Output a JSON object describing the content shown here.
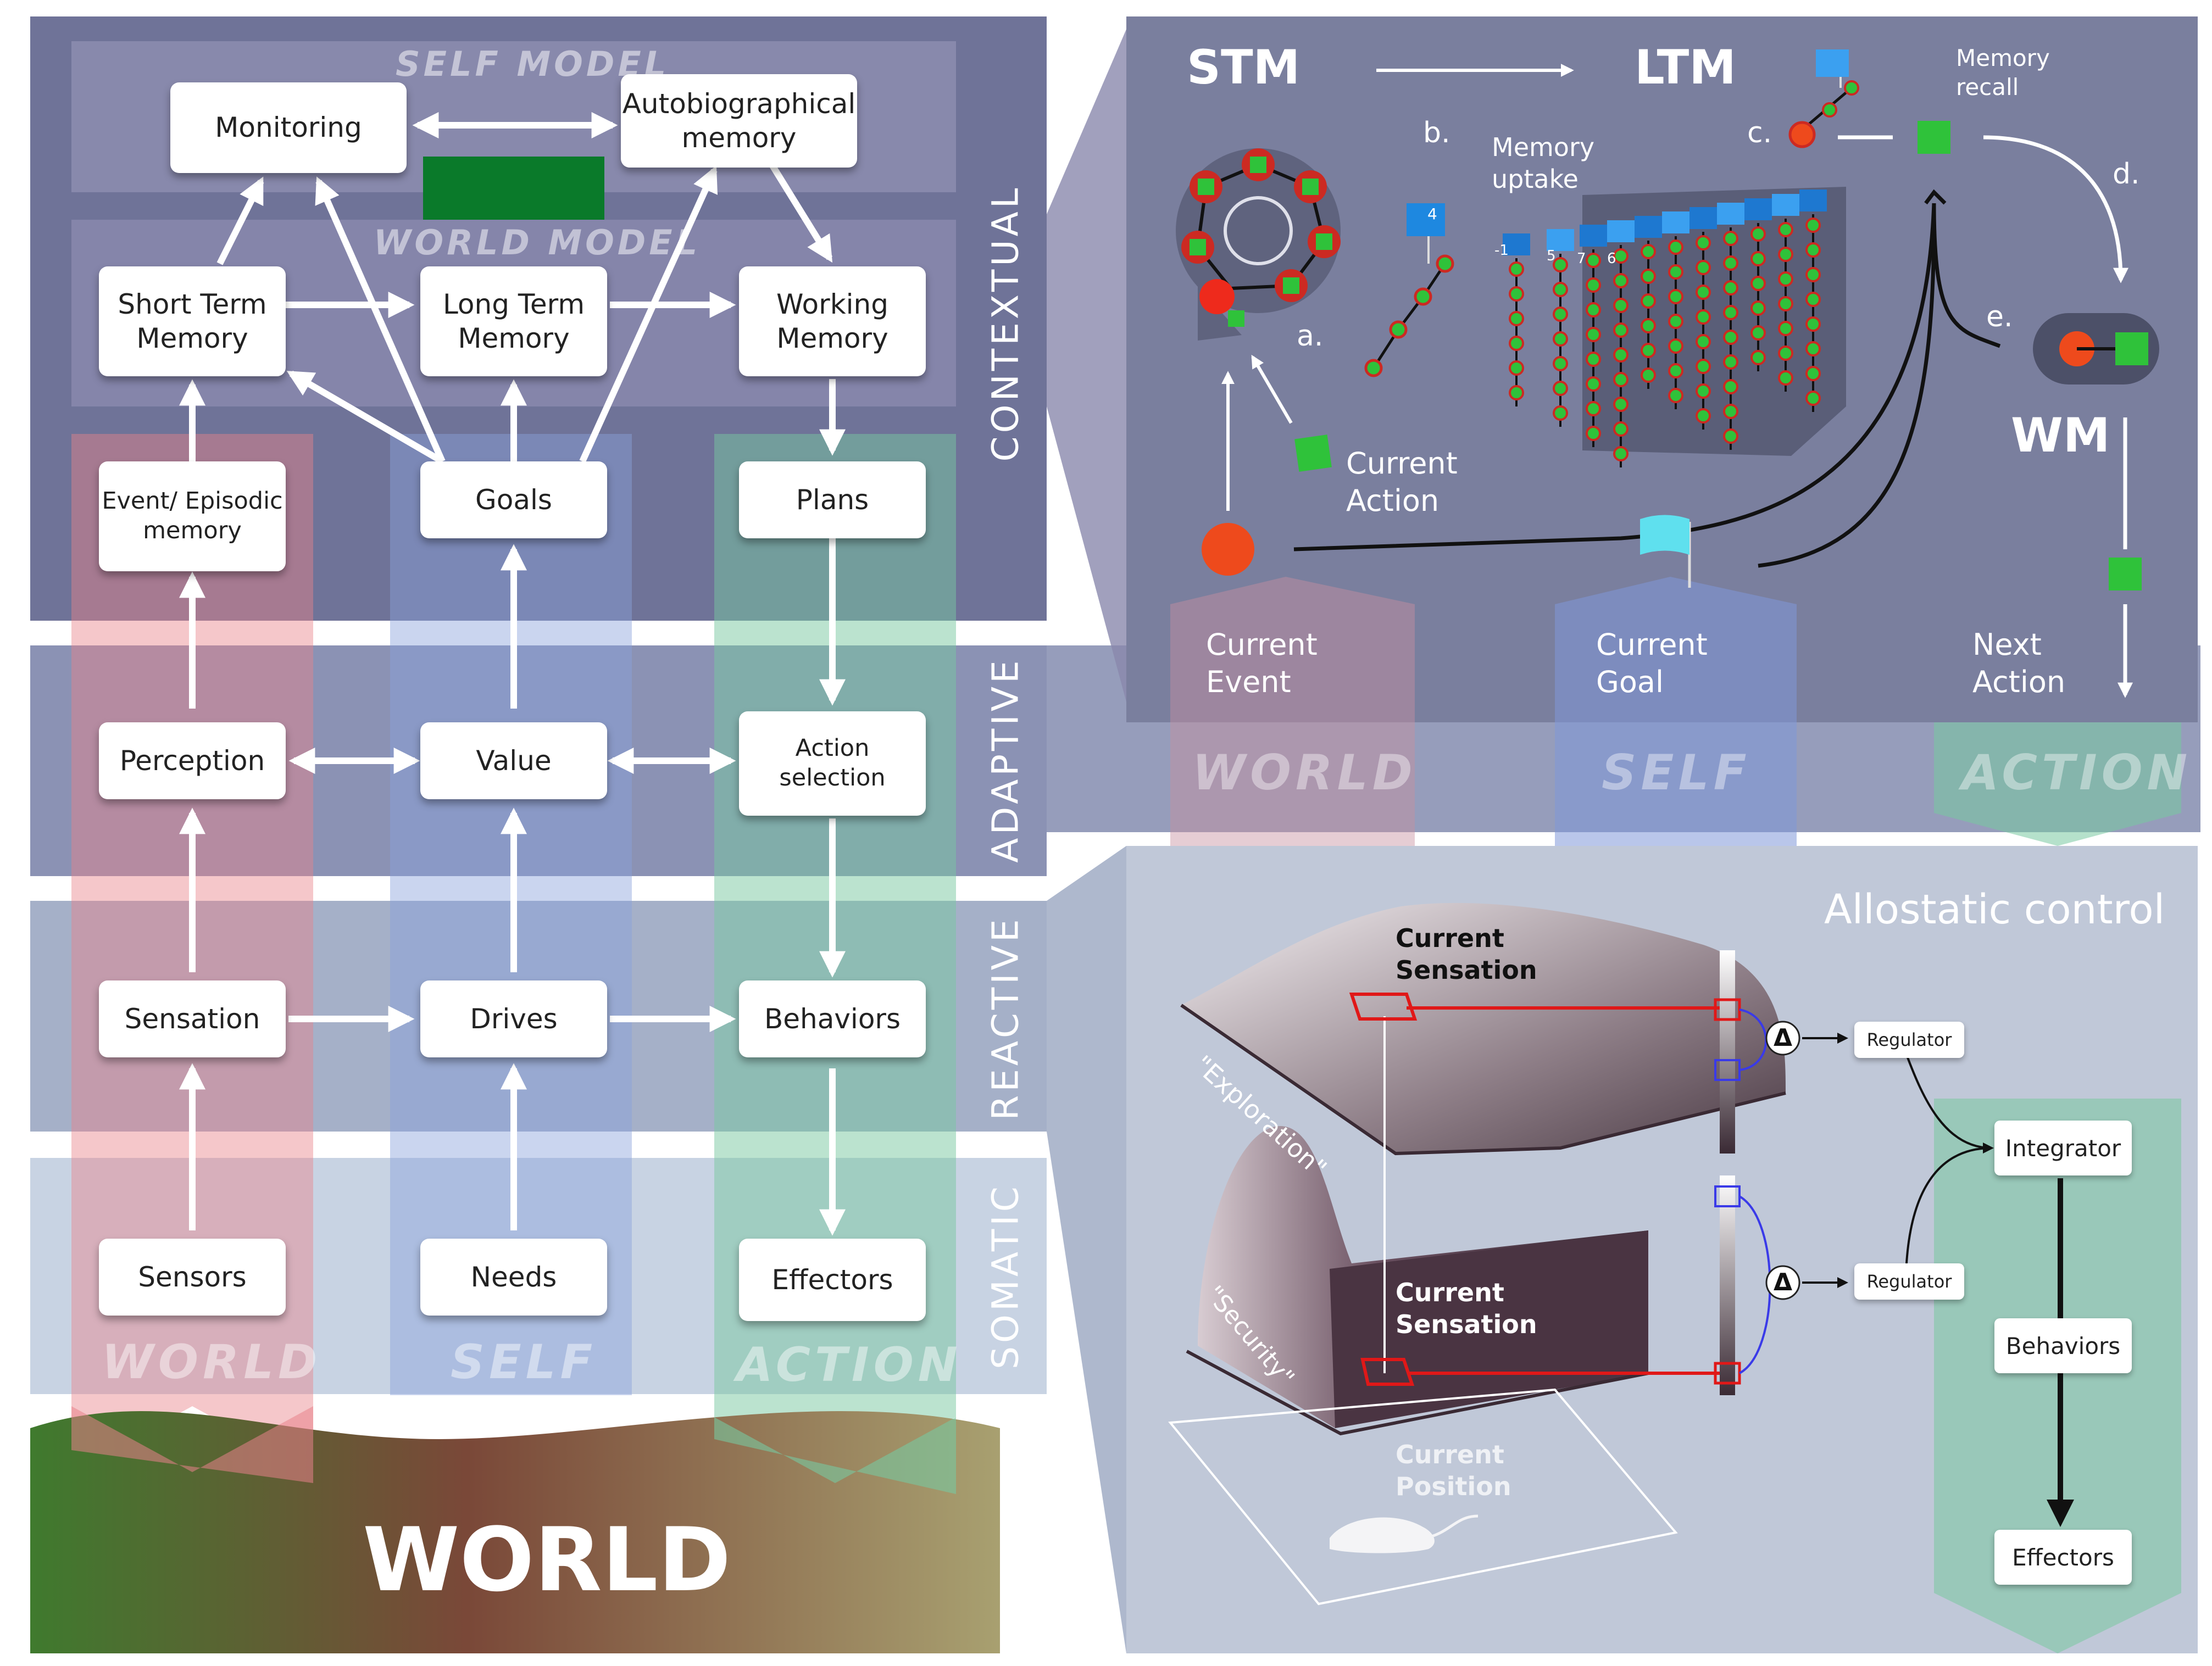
{
  "layers": [
    "CONTEXTUAL",
    "ADAPTIVE",
    "REACTIVE",
    "SOMATIC"
  ],
  "models": {
    "self": "SELF MODEL",
    "world": "WORLD MODEL"
  },
  "columns": {
    "world": "WORLD",
    "self": "SELF",
    "action": "ACTION"
  },
  "ground_label": "WORLD",
  "boxes": {
    "monitoring": "Monitoring",
    "autobiographical": "Autobiographical\nmemory",
    "stm": "Short Term\nMemory",
    "ltm": "Long Term\nMemory",
    "wm": "Working\nMemory",
    "episodic": "Event/ Episodic\nmemory",
    "goals": "Goals",
    "plans": "Plans",
    "perception": "Perception",
    "value": "Value",
    "action_selection": "Action\nselection",
    "sensation": "Sensation",
    "drives": "Drives",
    "behaviors": "Behaviors",
    "sensors": "Sensors",
    "needs": "Needs",
    "effectors": "Effectors"
  },
  "memory_panel": {
    "stm": "STM",
    "ltm": "LTM",
    "wm": "WM",
    "a": "a.",
    "b": "b.",
    "c": "c.",
    "d": "d.",
    "e": "e.",
    "memory_uptake": "Memory\nuptake",
    "memory_recall": "Memory\nrecall",
    "current_action": "Current\nAction",
    "current_event": "Current\nEvent",
    "current_goal": "Current\nGoal",
    "next_action": "Next\nAction",
    "flag_4": "4",
    "flag_minus1": "-1",
    "flag_5": "5",
    "flag_7": "7",
    "flag_6": "6"
  },
  "allostatic_panel": {
    "title": "Allostatic control",
    "current_sensation_top": "Current\nSensation",
    "current_sensation_bottom": "Current\nSensation",
    "current_position": "Current\nPosition",
    "exploration": "\"Exploration\"",
    "security": "\"Security\"",
    "delta": "Δ",
    "regulator_1": "Regulator",
    "regulator_2": "Regulator",
    "integrator": "Integrator",
    "behaviors": "Behaviors",
    "effectors": "Effectors"
  },
  "colors": {
    "contextual_bg": "#6f7398",
    "adaptive_bg": "#8b92b4",
    "reactive_bg": "#a5b0c8",
    "somatic_bg": "#c8d3e3",
    "world_column": "#e8828a",
    "self_column": "#8aa2dc",
    "action_column": "#78c8a0",
    "green_rect": "#0a7a2a",
    "event_red": "#ee4a1c",
    "action_green": "#2fc23a",
    "goal_cyan": "#5fe0ee",
    "memory_panel_bg": "#7a7f9e",
    "allostatic_bg": "#c0c8d8"
  }
}
